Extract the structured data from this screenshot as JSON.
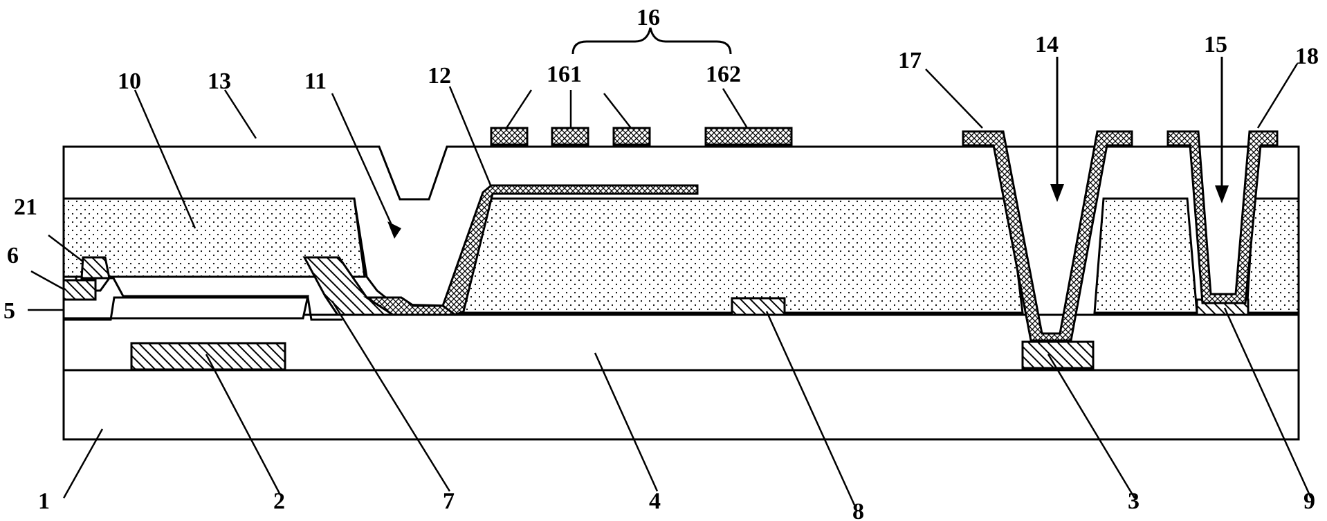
{
  "labels": {
    "n1": "1",
    "n2": "2",
    "n3": "3",
    "n4": "4",
    "n5": "5",
    "n6": "6",
    "n7": "7",
    "n8": "8",
    "n9": "9",
    "n10": "10",
    "n11": "11",
    "n12": "12",
    "n13": "13",
    "n14": "14",
    "n15": "15",
    "n16": "16",
    "n161": "161",
    "n162": "162",
    "n17": "17",
    "n18": "18",
    "n21": "21"
  },
  "colors": {
    "line": "#000000",
    "fill": "#ffffff"
  }
}
